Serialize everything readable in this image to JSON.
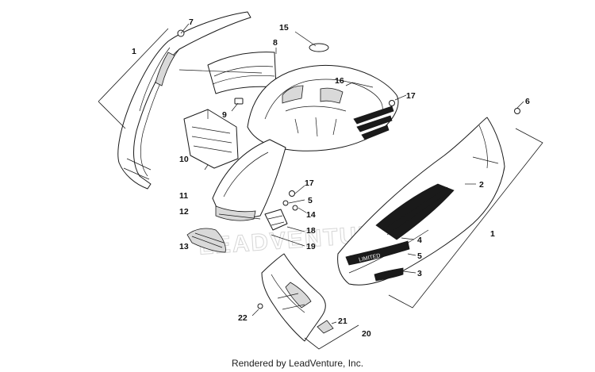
{
  "watermark": "LEADVENTURE",
  "credit": "Rendered by LeadVenture, Inc.",
  "decal_text": "LIMITED",
  "callouts": [
    {
      "id": "c1-left",
      "label": "1"
    },
    {
      "id": "c7",
      "label": "7"
    },
    {
      "id": "c8",
      "label": "8"
    },
    {
      "id": "c15",
      "label": "15"
    },
    {
      "id": "c9",
      "label": "9"
    },
    {
      "id": "c16",
      "label": "16"
    },
    {
      "id": "c17-top",
      "label": "17"
    },
    {
      "id": "c6",
      "label": "6"
    },
    {
      "id": "c10",
      "label": "10"
    },
    {
      "id": "c11",
      "label": "11"
    },
    {
      "id": "c12",
      "label": "12"
    },
    {
      "id": "c17-mid",
      "label": "17"
    },
    {
      "id": "c5-mid",
      "label": "5"
    },
    {
      "id": "c14",
      "label": "14"
    },
    {
      "id": "c2",
      "label": "2"
    },
    {
      "id": "c1-right",
      "label": "1"
    },
    {
      "id": "c18",
      "label": "18"
    },
    {
      "id": "c13",
      "label": "13"
    },
    {
      "id": "c19",
      "label": "19"
    },
    {
      "id": "c4",
      "label": "4"
    },
    {
      "id": "c5-low",
      "label": "5"
    },
    {
      "id": "c3",
      "label": "3"
    },
    {
      "id": "c22",
      "label": "22"
    },
    {
      "id": "c21",
      "label": "21"
    },
    {
      "id": "c20",
      "label": "20"
    }
  ]
}
